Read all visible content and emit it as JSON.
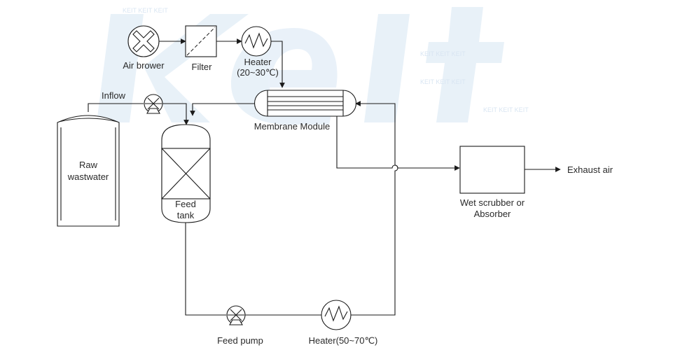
{
  "watermark": {
    "text": "KEIT",
    "tile_text": "KEIT KEIT KEIT",
    "color": "#cfe1f3"
  },
  "labels": {
    "air_blower": "Air brower",
    "filter": "Filter",
    "heater_top_1": "Heater",
    "heater_top_2": "(20~30℃)",
    "inflow": "Inflow",
    "membrane_module": "Membrane Module",
    "raw_wastewater_1": "Raw",
    "raw_wastewater_2": "wastwater",
    "feed_tank_1": "Feed",
    "feed_tank_2": "tank",
    "wet_scrubber_1": "Wet scrubber or",
    "wet_scrubber_2": "Absorber",
    "exhaust_air": "Exhaust air",
    "feed_pump": "Feed pump",
    "heater_bottom": "Heater(50~70℃)"
  }
}
